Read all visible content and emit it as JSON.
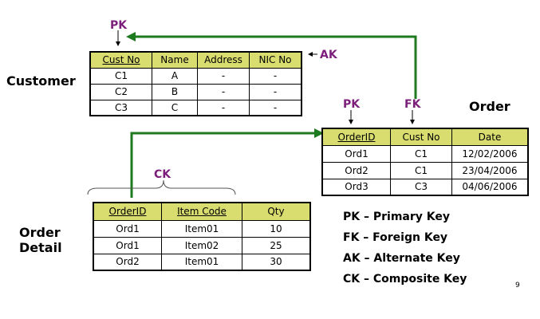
{
  "colors": {
    "key_label": "#7b1f7a",
    "header_fill": "#d9dc6f",
    "connector": "#1e7a1e"
  },
  "entities": {
    "customer": "Customer",
    "order": "Order",
    "order_detail_1": "Order",
    "order_detail_2": "Detail"
  },
  "key_labels": {
    "customer_pk": "PK",
    "customer_ak": "AK",
    "order_pk": "PK",
    "order_fk": "FK",
    "detail_ck": "CK"
  },
  "customer_table": {
    "headers": [
      "Cust No",
      "Name",
      "Address",
      "NIC No"
    ],
    "rows": [
      [
        "C1",
        "A",
        "-",
        "-"
      ],
      [
        "C2",
        "B",
        "-",
        "-"
      ],
      [
        "C3",
        "C",
        "-",
        "-"
      ]
    ]
  },
  "order_table": {
    "headers": [
      "OrderID",
      "Cust No",
      "Date"
    ],
    "rows": [
      [
        "Ord1",
        "C1",
        "12/02/2006"
      ],
      [
        "Ord2",
        "C1",
        "23/04/2006"
      ],
      [
        "Ord3",
        "C3",
        "04/06/2006"
      ]
    ]
  },
  "detail_table": {
    "headers": [
      "OrderID",
      "Item Code",
      "Qty"
    ],
    "rows": [
      [
        "Ord1",
        "Item01",
        "10"
      ],
      [
        "Ord1",
        "Item02",
        "25"
      ],
      [
        "Ord2",
        "Item01",
        "30"
      ]
    ]
  },
  "legend": [
    "PK – Primary Key",
    "FK – Foreign Key",
    "AK – Alternate Key",
    "CK – Composite Key"
  ],
  "page_number": "9"
}
